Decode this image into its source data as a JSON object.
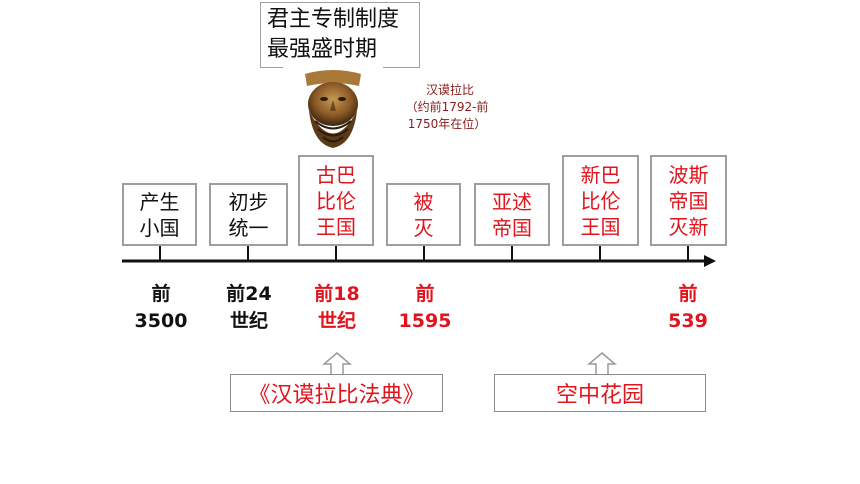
{
  "title_box": "君主专制制度\n最强盛时期",
  "portrait_caption": {
    "name": "汉谟拉比",
    "reign": "（约前1792-前\n1750年在位）"
  },
  "timeline_events": [
    {
      "label": "产生\n小国",
      "color": "#111111"
    },
    {
      "label": "初步\n统一",
      "color": "#111111"
    },
    {
      "label": "古巴\n比伦\n王国",
      "color": "#e0141c"
    },
    {
      "label": "被\n灭",
      "color": "#e0141c"
    },
    {
      "label": "亚述\n帝国",
      "color": "#e0141c"
    },
    {
      "label": "新巴\n比伦\n王国",
      "color": "#e0141c"
    },
    {
      "label": "波斯\n帝国\n灭新",
      "color": "#e0141c"
    }
  ],
  "timeline_dates": [
    {
      "text": "前\n3500",
      "color": "#111111"
    },
    {
      "text": "前24\n世纪",
      "color": "#111111"
    },
    {
      "text": "前18\n世纪",
      "color": "#e0141c"
    },
    {
      "text": "前\n1595",
      "color": "#e0141c"
    },
    {
      "text": "前\n539",
      "color": "#e0141c"
    }
  ],
  "callouts": {
    "code": "《汉谟拉比法典》",
    "garden": "空中花园"
  },
  "colors": {
    "accent_red": "#e0141c",
    "caption_red": "#8b1a1a",
    "border_gray": "#9e9e9e",
    "axis": "#111111"
  }
}
